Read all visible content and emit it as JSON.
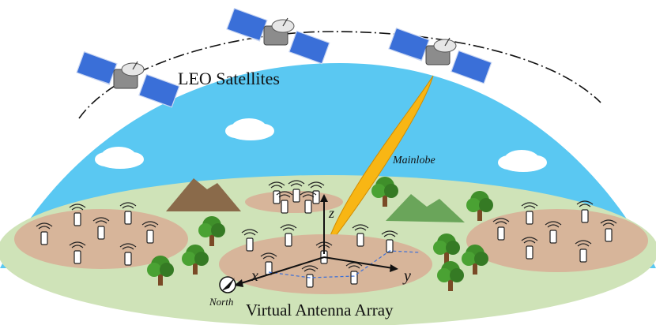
{
  "labels": {
    "leo": "LEO Satellites",
    "mainlobe": "Mainlobe",
    "array": "Virtual Antenna Array",
    "north": "North",
    "axis_x": "x",
    "axis_y": "y",
    "axis_z": "z"
  },
  "colors": {
    "sky": "#5ac8f2",
    "ground": "#cfe3b8",
    "patch": "#d7b59a",
    "beam": "#f8b614",
    "tree": "#3f8f2a",
    "mountain_brown": "#8a6a4a",
    "mountain_green": "#6aa55a",
    "panel": "#3a6fd8"
  },
  "icons": [
    "satellite-icon",
    "cloud-icon",
    "tree-icon",
    "mountain-icon",
    "sensor-device-icon",
    "signal-wave-icon",
    "compass-icon"
  ]
}
